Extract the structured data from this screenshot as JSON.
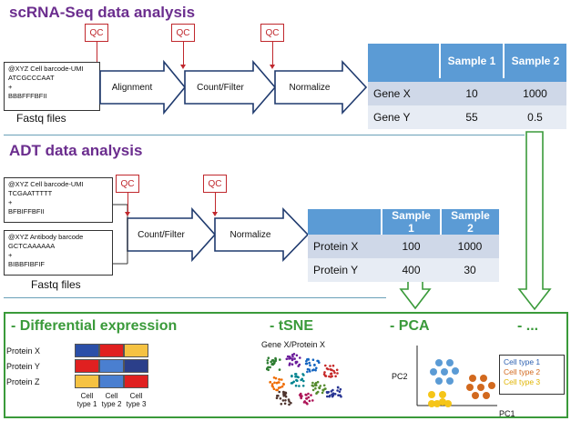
{
  "scrna": {
    "title": "scRNA-Seq data analysis",
    "qc_label": "QC",
    "fastq_lines": [
      "@XYZ Cell barcode-UMI",
      "ATCGCCCAAT",
      "+",
      "BBBFFFBFII"
    ],
    "fastq_caption": "Fastq files",
    "steps": [
      "Alignment",
      "Count/Filter",
      "Normalize"
    ],
    "table": {
      "headers": [
        "",
        "Sample 1",
        "Sample 2"
      ],
      "rows": [
        [
          "Gene X",
          "10",
          "1000"
        ],
        [
          "Gene Y",
          "55",
          "0.5"
        ]
      ]
    }
  },
  "adt": {
    "title": "ADT data analysis",
    "qc_label": "QC",
    "fastq1_lines": [
      "@XYZ Cell barcode-UMI",
      "TCGAATTTTT",
      "+",
      "BFBIFFBFII"
    ],
    "fastq2_lines": [
      "@XYZ Antibody barcode",
      "GCTCAAAAAA",
      "+",
      "BIBBFIBFIF"
    ],
    "fastq_caption": "Fastq files",
    "steps": [
      "Count/Filter",
      "Normalize"
    ],
    "table": {
      "headers": [
        "",
        "Sample 1",
        "Sample 2"
      ],
      "rows": [
        [
          "Protein X",
          "100",
          "1000"
        ],
        [
          "Protein Y",
          "400",
          "30"
        ]
      ]
    }
  },
  "results": {
    "diff_title": "- Differential expression",
    "tsne_title": "- tSNE",
    "pca_title": "- PCA",
    "more_title": "- ...",
    "heatmap_rows": [
      "Protein X",
      "Protein Y",
      "Protein Z"
    ],
    "heatmap_cols": [
      [
        "Cell",
        "type 1"
      ],
      [
        "Cell",
        "type 2"
      ],
      [
        "Cell",
        "type 3"
      ]
    ],
    "heatmap_colors": [
      [
        "#2b4fa8",
        "#e02020",
        "#f5c242"
      ],
      [
        "#e02020",
        "#4a7fd0",
        "#2b3f8a"
      ],
      [
        "#f5c242",
        "#4a7fd0",
        "#e02020"
      ]
    ],
    "tsne_label": "Gene X/Protein X",
    "pca_xlabel": "PC1",
    "pca_ylabel": "PC2",
    "legend": [
      {
        "label": "Cell type 1",
        "color": "#2b5fb0"
      },
      {
        "label": "Cell type 2",
        "color": "#d2691e"
      },
      {
        "label": "Cell type 3",
        "color": "#e0b400"
      }
    ],
    "dot_colors": {
      "blue": "#5b9bd5",
      "orange": "#d2691e",
      "yellow": "#f5c518"
    }
  }
}
